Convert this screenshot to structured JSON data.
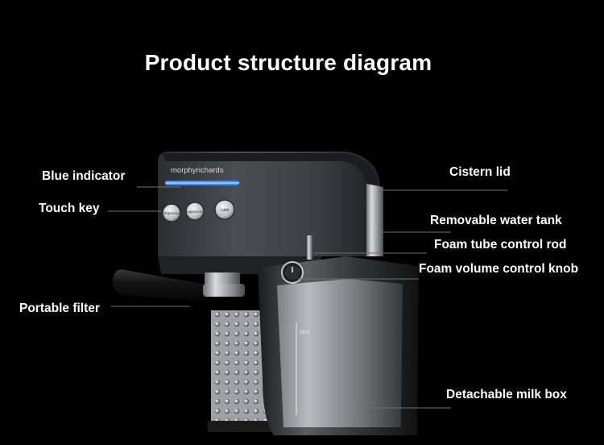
{
  "title": "Product structure diagram",
  "brand": "morphyrichards",
  "buttons": [
    {
      "label": "Espresso"
    },
    {
      "label": "Cappuccino"
    },
    {
      "label": "Latte"
    }
  ],
  "labels": {
    "blue_indicator": "Blue indicator",
    "touch_key": "Touch key",
    "portable_filter": "Portable filter",
    "cistern_lid": "Cistern lid",
    "removable_water_tank": "Removable water tank",
    "foam_tube_control_rod": "Foam tube control rod",
    "foam_volume_control_knob": "Foam volume control knob",
    "detachable_milk_box": "Detachable milk box"
  },
  "colors": {
    "background": "#000000",
    "indicator": "#3b8cff",
    "body": "#3a3d42"
  }
}
